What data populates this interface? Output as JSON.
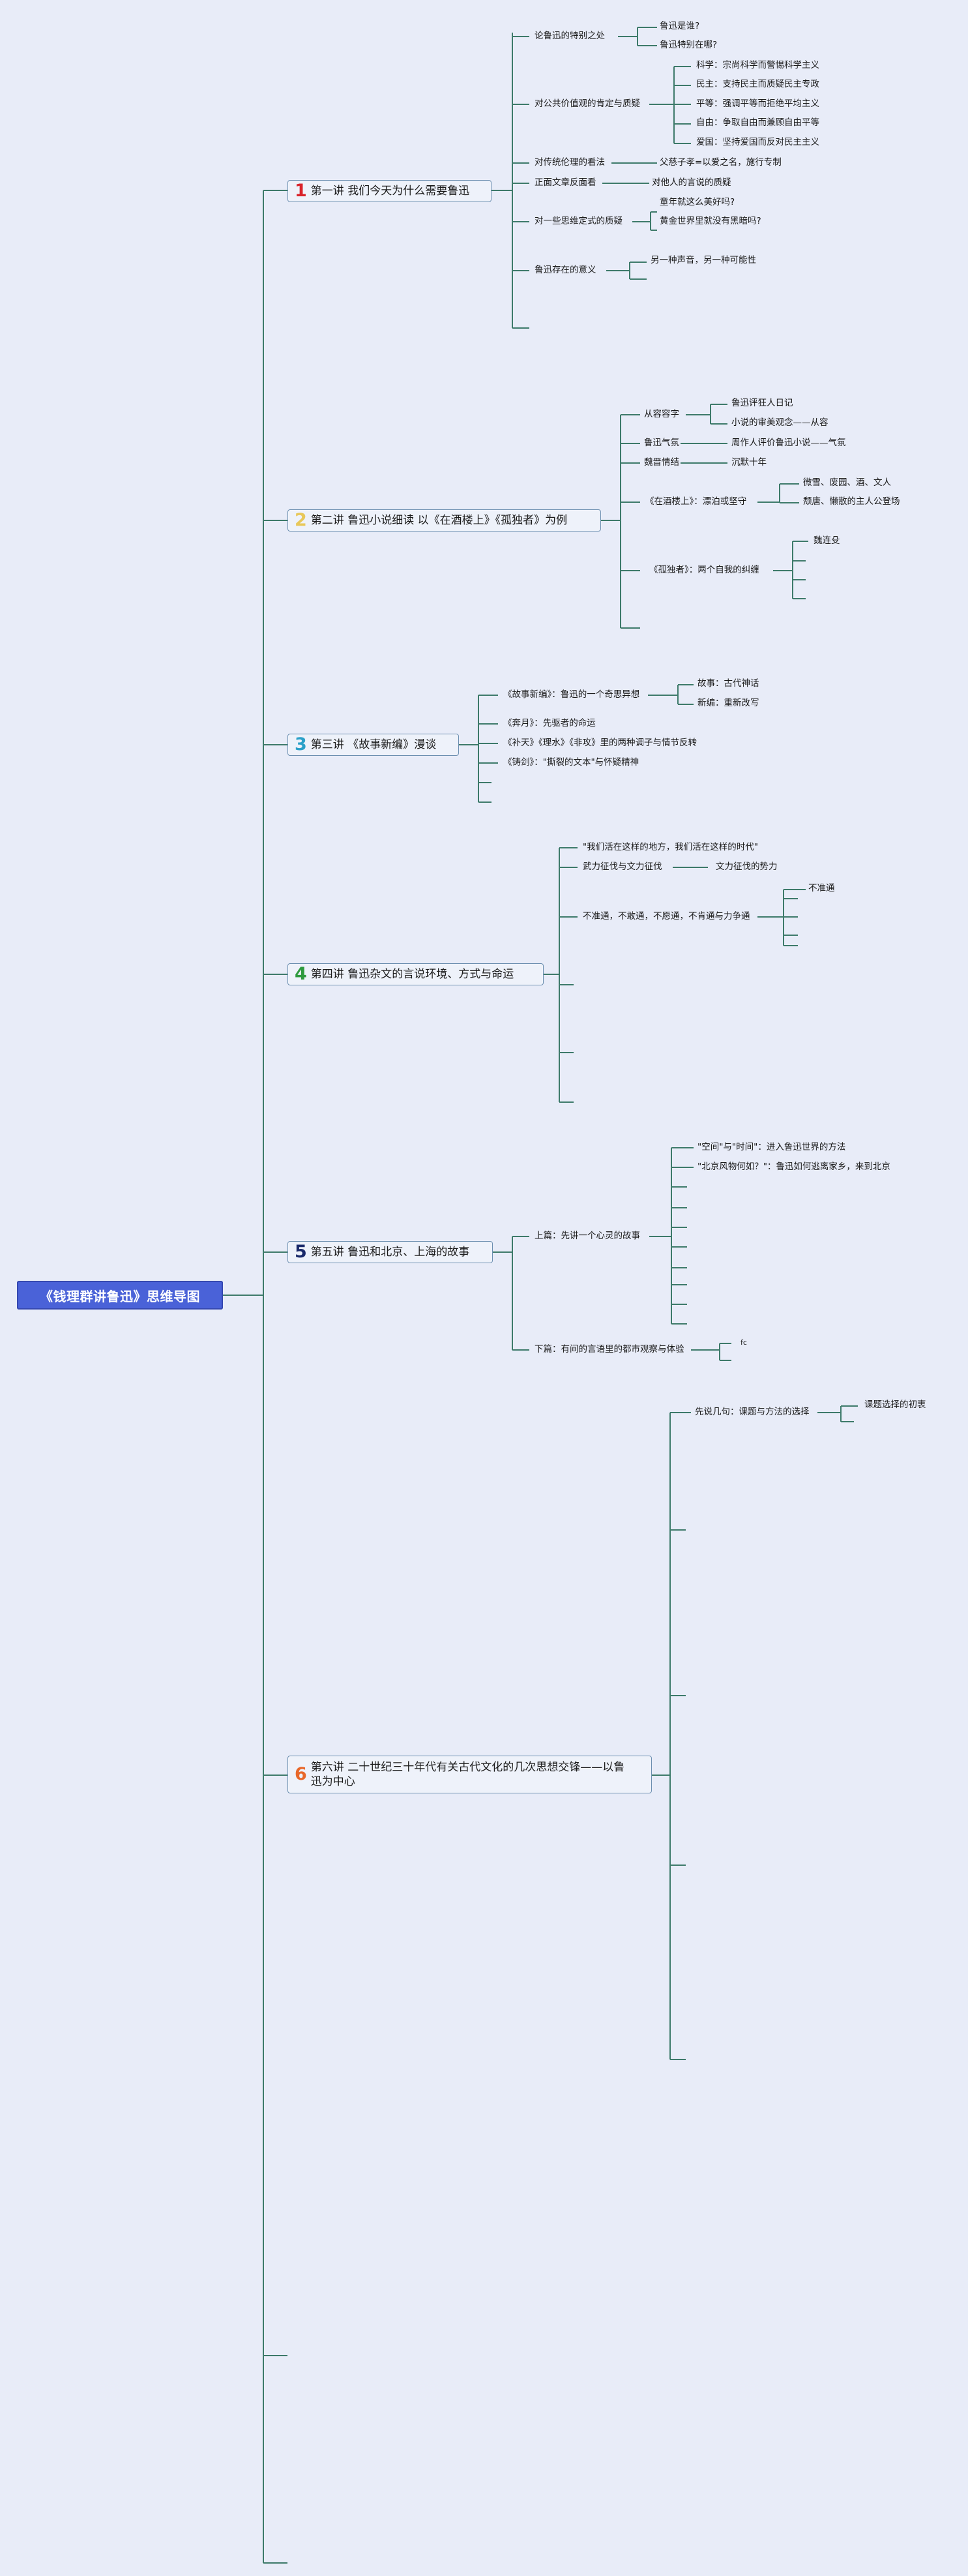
{
  "root": {
    "title": "《钱理群讲鲁迅》思维导图"
  },
  "colors": {
    "root_bg": "#4a62d8",
    "line": "#3d7a6a",
    "background": "#e8ecf8",
    "num1": "#d9232a",
    "num2": "#e8c85a",
    "num3": "#2aa0c8",
    "num4": "#2e9a3e",
    "num5": "#1a2a6a",
    "num6": "#e8682a"
  },
  "topics": [
    {
      "num": "1",
      "label": "第一讲 我们今天为什么需要鲁迅"
    },
    {
      "num": "2",
      "label": "第二讲 鲁迅小说细读 以《在酒楼上》《孤独者》为例"
    },
    {
      "num": "3",
      "label": "第三讲 《故事新编》漫谈"
    },
    {
      "num": "4",
      "label": "第四讲 鲁迅杂文的言说环境、方式与命运"
    },
    {
      "num": "5",
      "label": "第五讲 鲁迅和北京、上海的故事"
    },
    {
      "num": "6",
      "label": "第六讲 二十世纪三十年代有关古代文化的几次思想交锋——以鲁迅为中心"
    }
  ],
  "t1": {
    "special": "论鲁迅的特别之处",
    "who": "鲁迅是谁?",
    "where": "鲁迅特别在哪?",
    "public_values": "对公共价值观的肯定与质疑",
    "science": "科学：宗尚科学而警惕科学主义",
    "democracy": "民主：支持民主而质疑民主专政",
    "equality": "平等：强调平等而拒绝平均主义",
    "freedom": "自由：争取自由而兼顾自由平等",
    "patriotism": "爱国：坚持爱国而反对民主主义",
    "tradition": "对传统伦理的看法",
    "filial": "父慈子孝=以爱之名，施行专制",
    "reading": "正面文章反面看",
    "others": "对他人的言说的质疑",
    "cert_doubt": "对一些思维定式的质疑",
    "childhood": "童年就这么美好吗?",
    "golden": "黄金世界里就没有黑暗吗?",
    "meaning": "鲁迅存在的意义",
    "voice": "另一种声音，另一种可能性"
  },
  "t2": {
    "calm": "从容容字",
    "madman": "鲁迅评狂人日记",
    "aesthetic": "小说的审美观念——从容",
    "qi": "鲁迅气氛",
    "zhou": "周作人评价鲁迅小说——气氛",
    "wei": "魏晋情结",
    "silence": "沉默十年",
    "tavern": "《在酒楼上》：漂泊或坚守",
    "snow": "微雪、废园、酒、文人",
    "lazy": "颓唐、懒散的主人公登场",
    "lonely": "《孤独者》：两个自我的纠缠",
    "wei_lianshu": "魏连殳"
  },
  "t3": {
    "xinbian": "《故事新编》：鲁迅的一个奇思异想",
    "gushi": "故事：古代神话",
    "xin": "新编：重新改写",
    "benyue": "《奔月》：先驱者的命运",
    "butian": "《补天》《理水》《非攻》里的两种调子与情节反转",
    "zhujian": "《铸剑》：\"撕裂的文本\"与怀疑精神"
  },
  "t4": {
    "place": "\"我们活在这样的地方，我们活在这样的时代\"",
    "force": "武力征伐与文力征伐",
    "force_power": "文力征伐的势力",
    "not_all": "不准通，不敢通，不愿通，不肯通与力争通",
    "not_allowed": "不准通"
  },
  "t5": {
    "part1": "上篇：先讲一个心灵的故事",
    "space_time": "\"空间\"与\"时间\"：进入鲁迅世界的方法",
    "beijing": "\"北京风物何如？\"：鲁迅如何逃离家乡，来到北京",
    "part2": "下篇：有间的言语里的都市观察与体验",
    "fragment": "fc"
  },
  "t6": {
    "first": "先说几句：课题与方法的选择",
    "origin": "课题选择的初衷"
  }
}
